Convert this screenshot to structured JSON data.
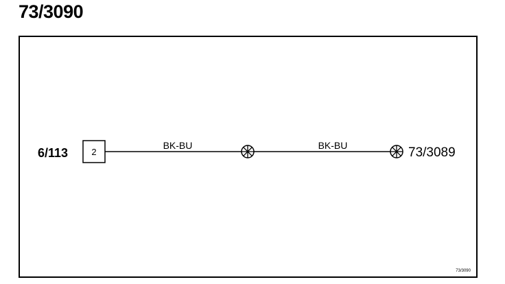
{
  "page": {
    "title": "73/3090"
  },
  "diagram": {
    "source_component": {
      "label": "6/113",
      "pin": "2"
    },
    "wires": [
      {
        "color_code": "BK-BU"
      },
      {
        "color_code": "BK-BU"
      }
    ],
    "splice_point": {
      "symbol": "splice-connector"
    },
    "destination": {
      "label": "73/3089",
      "symbol": "splice-connector"
    },
    "reference_code": "73/3090"
  }
}
